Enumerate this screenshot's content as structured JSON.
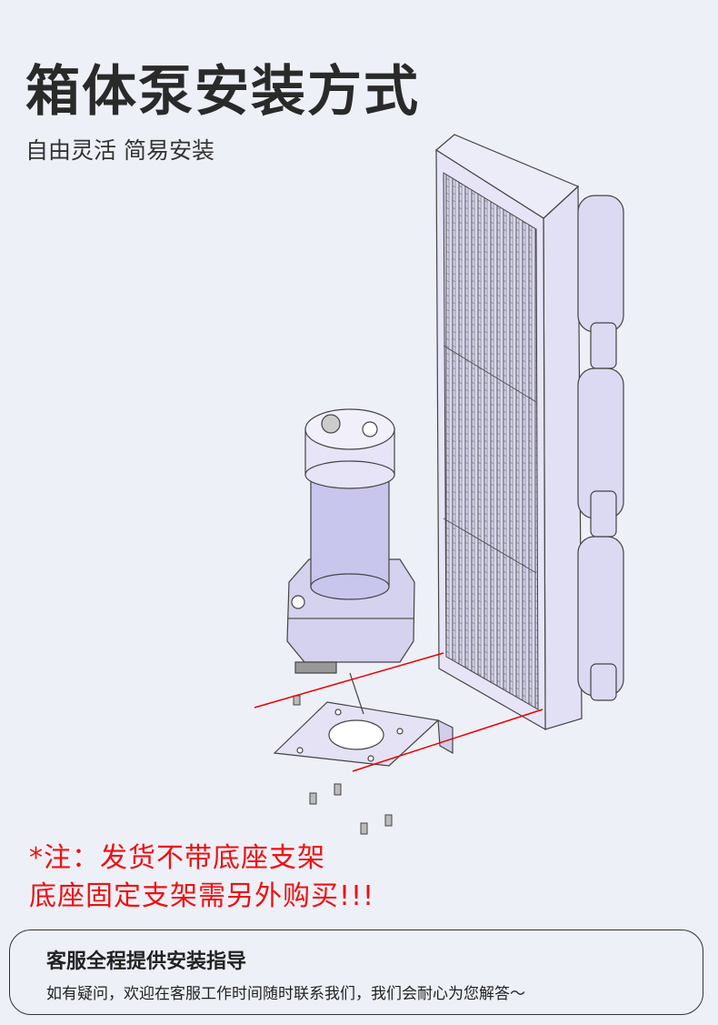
{
  "header": {
    "title": "箱体泵安装方式",
    "subtitle": "自由灵活 简易安装"
  },
  "notes": {
    "line1": "*注：发货不带底座支架",
    "line2": "底座固定支架需另外购买!!!"
  },
  "service": {
    "heading": "客服全程提供安装指导",
    "text": "如有疑问，欢迎在客服工作时间随时联系我们，我们会耐心为您解答～"
  },
  "colors": {
    "background": "#eef0f8",
    "note": "#ee1111",
    "product": "#cfcfef"
  }
}
